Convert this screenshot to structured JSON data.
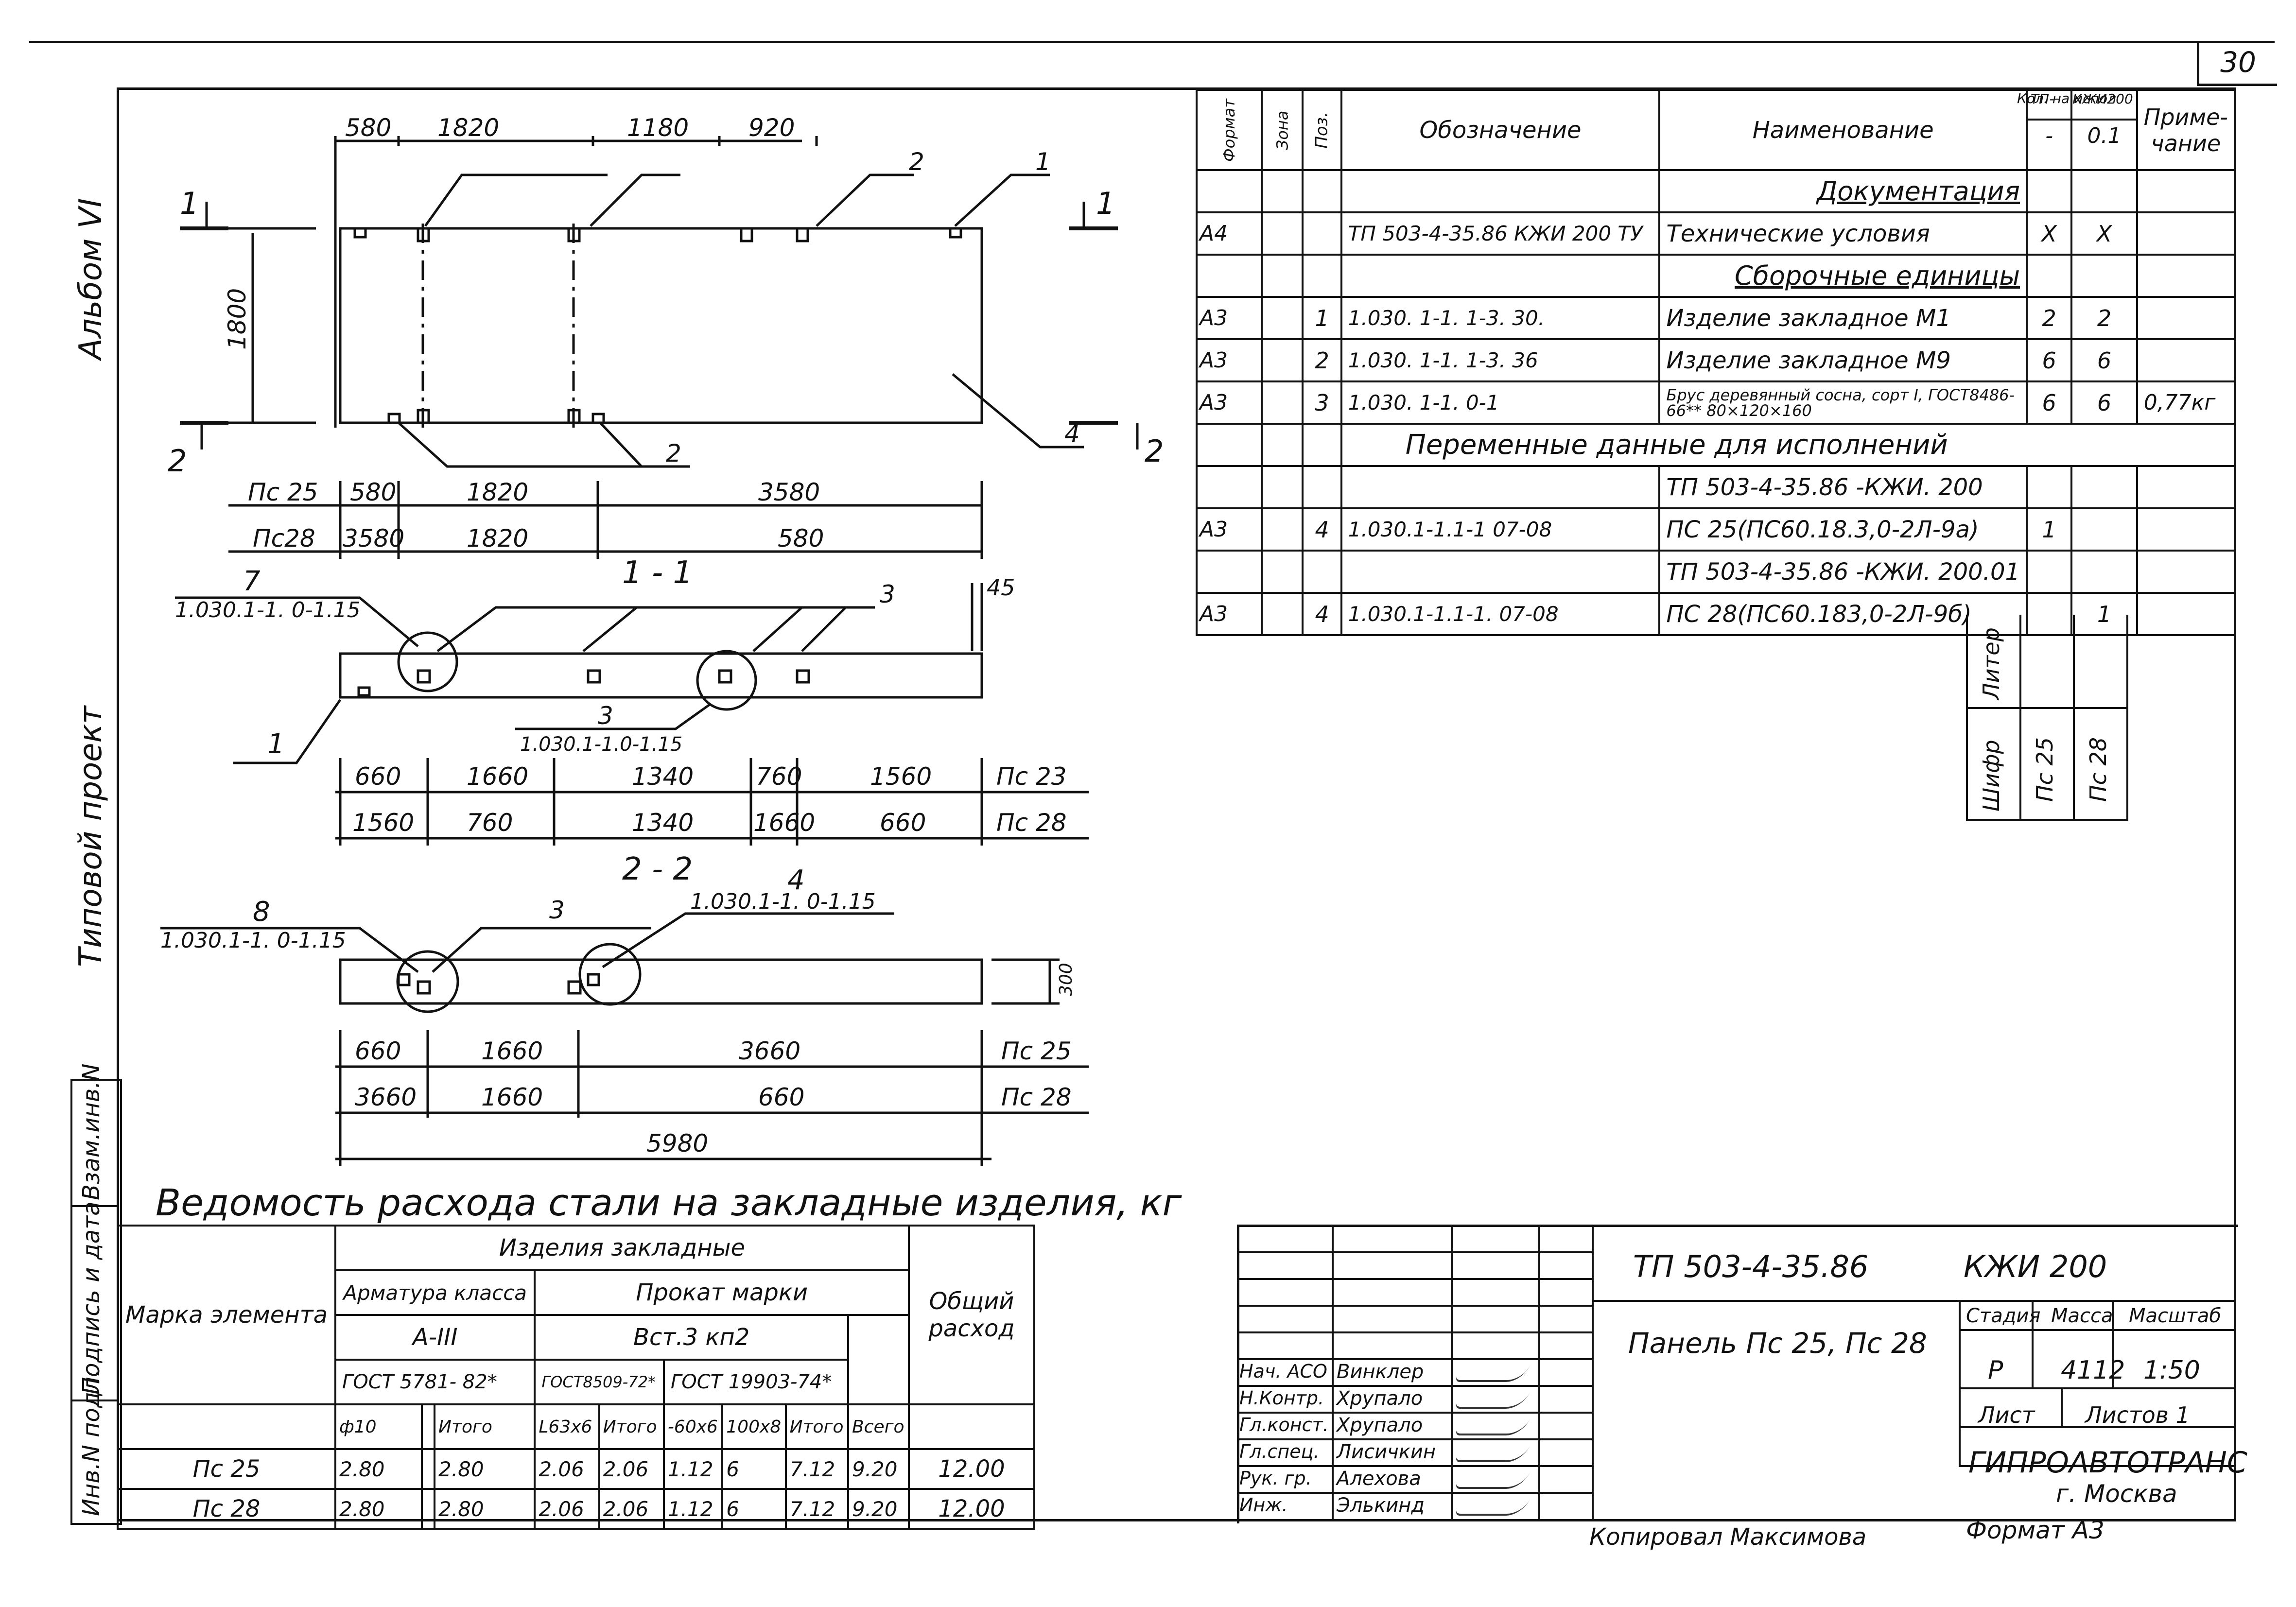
{
  "sheet_number": "30",
  "side_labels": {
    "album": "Альбом VI",
    "project": "Типовой проект",
    "inv": "Инв.N подл.",
    "sign_date": "Подпись и дата",
    "replaced": "Взам.инв.N"
  },
  "plan": {
    "top_dims": [
      "580",
      "1820",
      "1180",
      "920"
    ],
    "height_dim": "1800",
    "pos_tags": [
      "1",
      "2",
      "2",
      "4"
    ],
    "section_marks": [
      "1",
      "1",
      "2",
      "2"
    ],
    "row_pc25": {
      "label": "Пс 25",
      "dims": [
        "580",
        "1820",
        "3580"
      ]
    },
    "row_pc28": {
      "label": "Пс28",
      "dims": [
        "3580",
        "1820",
        "580"
      ]
    }
  },
  "section_1_1": {
    "title": "1 - 1",
    "callout_7": {
      "num": "7",
      "ref": "1.030.1-1. 0-1.15"
    },
    "callout_3": {
      "num": "3",
      "ref": "1.030.1-1.0-1.15"
    },
    "pos_3": "3",
    "pos_1": "1",
    "dim_45": "45",
    "row_pc23": {
      "dims": [
        "660",
        "1660",
        "1340",
        "760",
        "1560"
      ],
      "label": "Пс 23"
    },
    "row_pc28": {
      "dims": [
        "1560",
        "760",
        "1340",
        "1660",
        "660"
      ],
      "label": "Пс 28"
    }
  },
  "section_2_2": {
    "title": "2 - 2",
    "callout_8": {
      "num": "8",
      "ref": "1.030.1-1. 0-1.15"
    },
    "callout_4": {
      "num": "4",
      "ref": "1.030.1-1. 0-1.15"
    },
    "pos_3": "3",
    "dim_300": "300",
    "row_pc25": {
      "dims": [
        "660",
        "1660",
        "3660"
      ],
      "label": "Пс 25"
    },
    "row_pc28": {
      "dims": [
        "3660",
        "1660",
        "660"
      ],
      "label": "Пс 28"
    },
    "total": "5980"
  },
  "spec": {
    "headers": {
      "format": "Формат",
      "zone": "Зона",
      "pos": "Поз.",
      "designation": "Обозначение",
      "name": "Наименование",
      "qty_top": "Кол. на испол",
      "qty_tp": "ТП-",
      "qty_kzhi": "КЖИ200",
      "qty_a": "-",
      "qty_b": "0.1",
      "note": "Приме- чание"
    },
    "rows": [
      {
        "format": "",
        "pos": "",
        "designation": "",
        "name": "Документация",
        "q1": "",
        "q2": "",
        "note": "",
        "type": "heading"
      },
      {
        "format": "А4",
        "pos": "",
        "designation": "ТП 503-4-35.86 КЖИ 200 ТУ",
        "name": "Технические условия",
        "q1": "X",
        "q2": "X",
        "note": "",
        "type": "row"
      },
      {
        "format": "",
        "pos": "",
        "designation": "",
        "name": "Сборочные единицы",
        "q1": "",
        "q2": "",
        "note": "",
        "type": "heading"
      },
      {
        "format": "А3",
        "pos": "1",
        "designation": "1.030. 1-1. 1-3. 30.",
        "name": "Изделие закладное М1",
        "q1": "2",
        "q2": "2",
        "note": "",
        "type": "row"
      },
      {
        "format": "А3",
        "pos": "2",
        "designation": "1.030. 1-1. 1-3. 36",
        "name": "Изделие закладное М9",
        "q1": "6",
        "q2": "6",
        "note": "",
        "type": "row"
      },
      {
        "format": "А3",
        "pos": "3",
        "designation": "1.030. 1-1. 0-1",
        "name": "Брус деревянный сосна, сорт I, ГОСТ8486-66** 80×120×160",
        "q1": "6",
        "q2": "6",
        "note": "0,77кг",
        "type": "row"
      },
      {
        "format": "",
        "pos": "",
        "designation": "",
        "name": "Переменные данные для исполнений",
        "q1": "",
        "q2": "",
        "note": "",
        "type": "span"
      },
      {
        "format": "",
        "pos": "",
        "designation": "",
        "name": "ТП 503-4-35.86 -КЖИ. 200",
        "q1": "",
        "q2": "",
        "note": "",
        "type": "row"
      },
      {
        "format": "А3",
        "pos": "4",
        "designation": "1.030.1-1.1-1 07-08",
        "name": "ПС 25(ПС60.18.3,0-2Л-9а)",
        "q1": "1",
        "q2": "",
        "note": "",
        "type": "row"
      },
      {
        "format": "",
        "pos": "",
        "designation": "",
        "name": "ТП 503-4-35.86 -КЖИ. 200.01",
        "q1": "",
        "q2": "",
        "note": "",
        "type": "row"
      },
      {
        "format": "А3",
        "pos": "4",
        "designation": "1.030.1-1.1-1. 07-08",
        "name": "ПС 28(ПС60.183,0-2Л-9б)",
        "q1": "",
        "q2": "1",
        "note": "",
        "type": "row"
      }
    ],
    "liter": "Литер",
    "cipher": "Шифр",
    "cipher_a": "Пс 25",
    "cipher_b": "Пс 28"
  },
  "steel": {
    "title": "Ведомость расхода стали на закладные изделия, кг",
    "mark_header": "Марка элемента",
    "group_header": "Изделия закладные",
    "armature": "Арматура класса",
    "rolled": "Прокат марки",
    "class_a3": "А-III",
    "vst": "Вст.3 кп2",
    "gost_1": "ГОСТ 5781- 82*",
    "gost_2": "ГОСТ8509-72*",
    "gost_3": "ГОСТ 19903-74*",
    "total_header": "Общий расход",
    "sub": [
      "ф10",
      "",
      "Итого",
      "L63х6",
      "Итого",
      "-60х6",
      "100х8",
      "Итого",
      "Всего"
    ],
    "rows": [
      {
        "mark": "Пс 25",
        "v": [
          "2.80",
          "",
          "2.80",
          "2.06",
          "2.06",
          "1.12",
          "6",
          "7.12",
          "9.20"
        ],
        "total": "12.00"
      },
      {
        "mark": "Пс 28",
        "v": [
          "2.80",
          "",
          "2.80",
          "2.06",
          "2.06",
          "1.12",
          "6",
          "7.12",
          "9.20"
        ],
        "total": "12.00"
      }
    ]
  },
  "stamp": {
    "code": "ТП 503-4-35.86",
    "doc": "КЖИ 200",
    "title": "Панель Пс 25, Пс 28",
    "stage_h": "Стадия",
    "mass_h": "Масса",
    "scale_h": "Масштаб",
    "stage": "Р",
    "mass": "4112",
    "scale": "1:50",
    "sheet_h": "Лист",
    "sheets_h": "Листов 1",
    "org": "ГИПРОАВТОТРАНС",
    "city": "г. Москва",
    "people": [
      {
        "role": "Нач. АСО",
        "name": "Винклер"
      },
      {
        "role": "Н.Контр.",
        "name": "Хрупало"
      },
      {
        "role": "Гл.конст.",
        "name": "Хрупало"
      },
      {
        "role": "Гл.спец.",
        "name": "Лисичкин"
      },
      {
        "role": "Рук. гр.",
        "name": "Алехова"
      },
      {
        "role": "Инж.",
        "name": "Элькинд"
      }
    ]
  },
  "copied": "Копировал Максимова",
  "format": "Формат А3"
}
